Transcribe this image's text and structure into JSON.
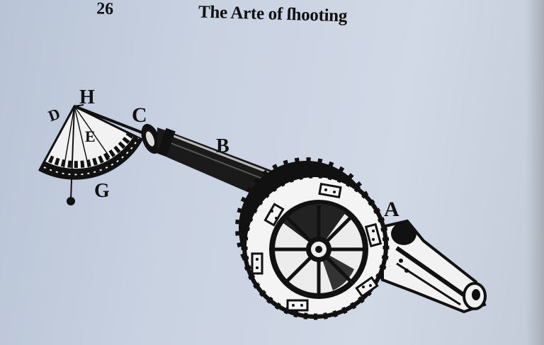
{
  "header": {
    "page_number": "26",
    "title": "The Arte of ſhooting"
  },
  "figure": {
    "labels": {
      "A": "A",
      "B": "B",
      "C": "C",
      "D": "D",
      "E": "E",
      "G": "G",
      "H": "H"
    }
  }
}
